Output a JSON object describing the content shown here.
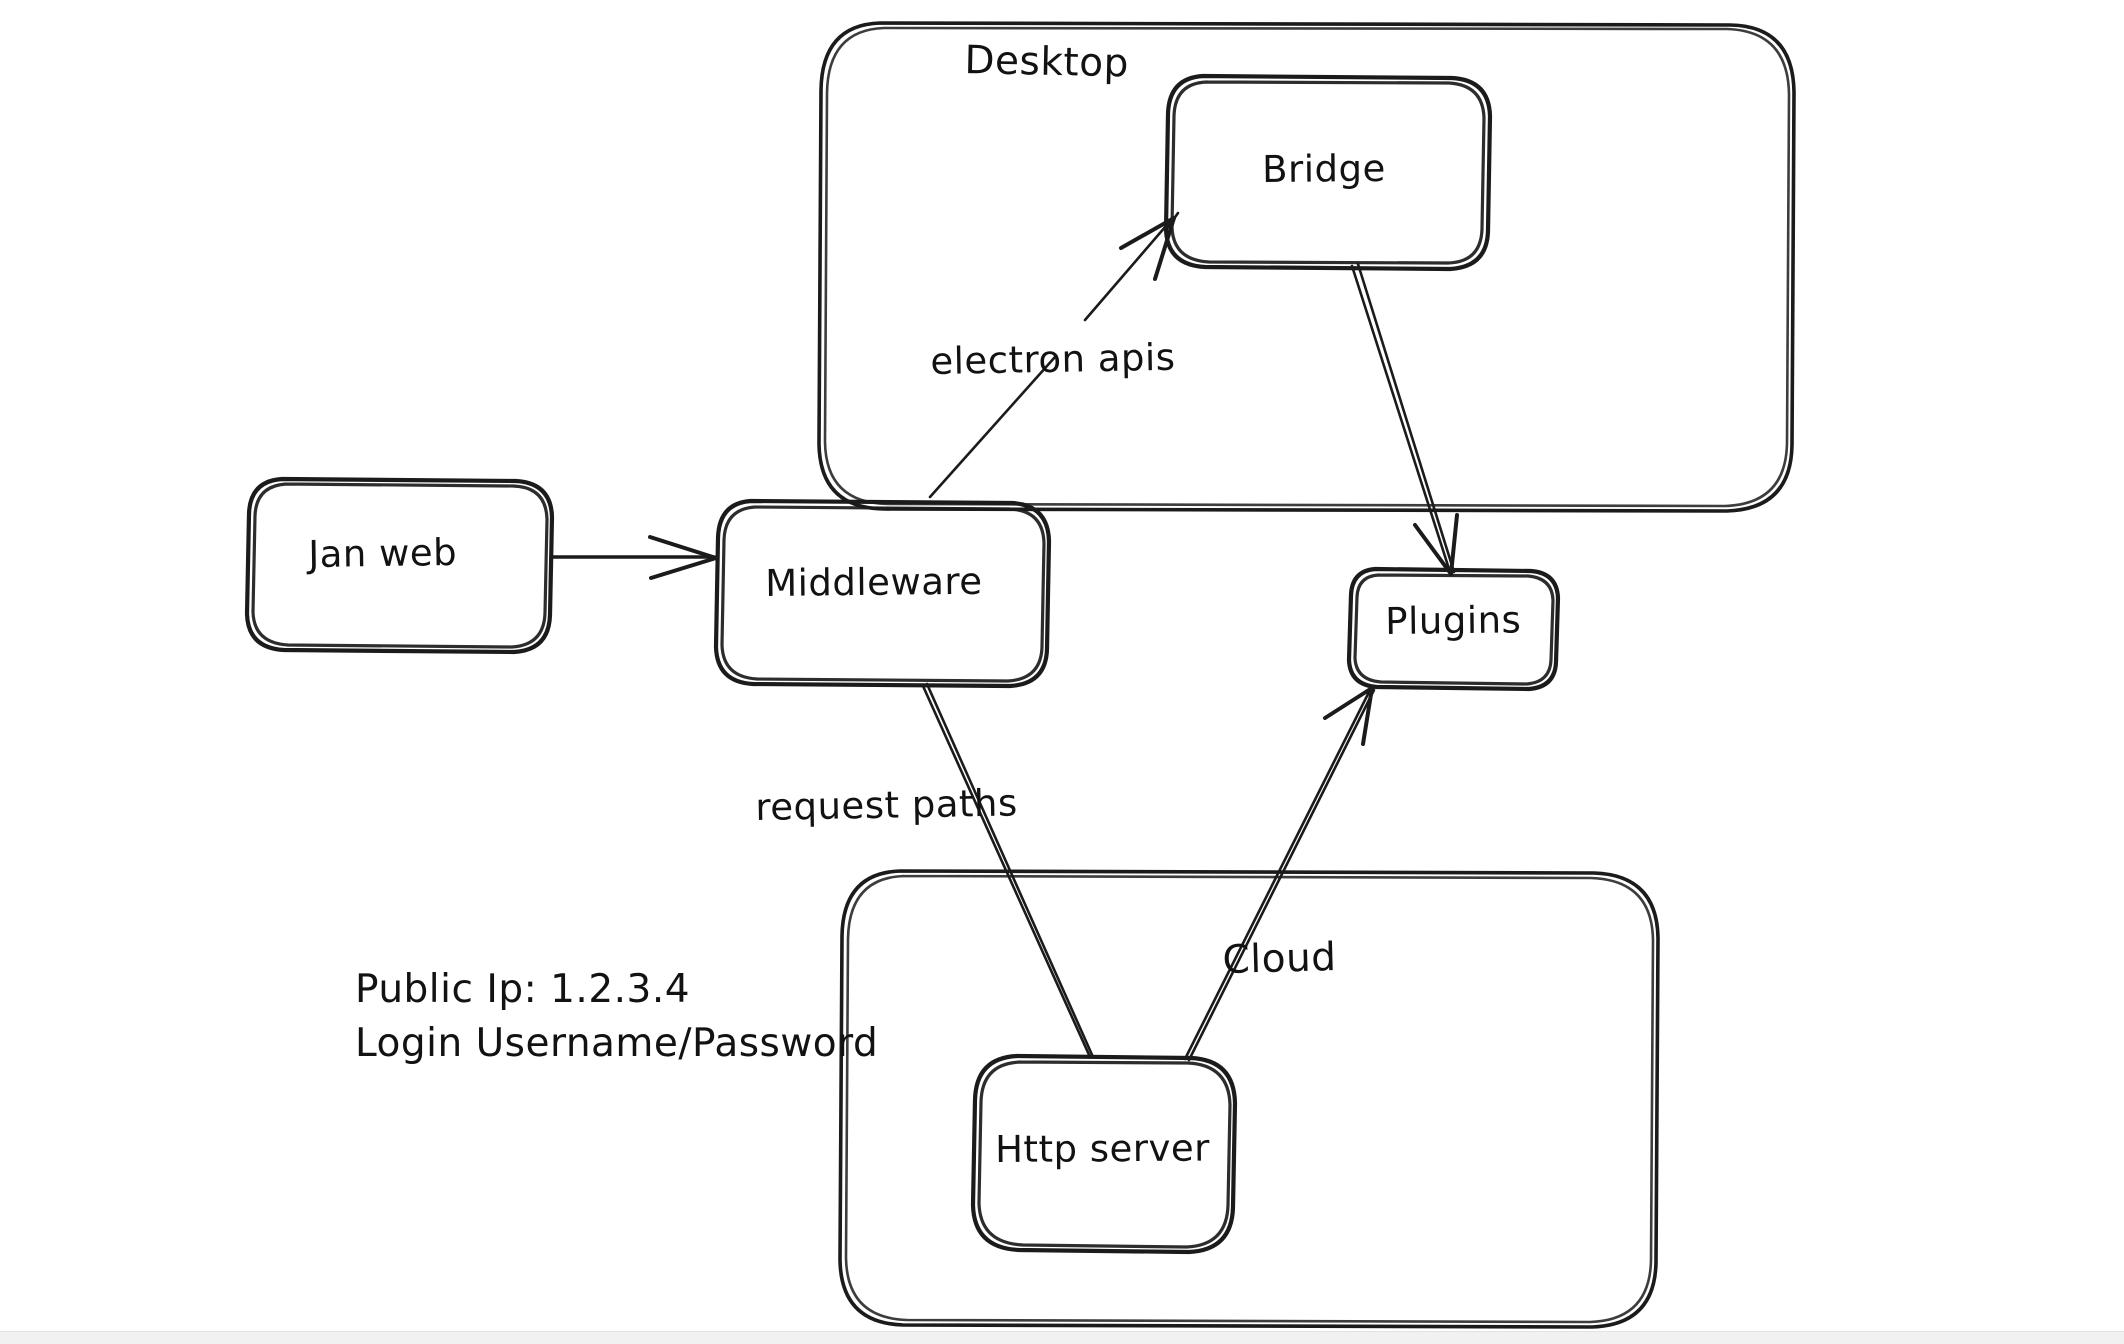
{
  "diagram": {
    "title_visible": false,
    "background_color": "#ffffff",
    "ink_color": "#1b1b1b",
    "groups": [
      {
        "id": "desktop",
        "label": "Desktop"
      },
      {
        "id": "cloud",
        "label": "Cloud"
      }
    ],
    "nodes": [
      {
        "id": "jan-web",
        "label": "Jan web"
      },
      {
        "id": "middleware",
        "label": "Middleware"
      },
      {
        "id": "bridge",
        "label": "Bridge"
      },
      {
        "id": "plugins",
        "label": "Plugins"
      },
      {
        "id": "http-server",
        "label": "Http server"
      }
    ],
    "edges": [
      {
        "id": "jan-to-middleware",
        "from": "jan-web",
        "to": "middleware",
        "label": ""
      },
      {
        "id": "middleware-to-bridge",
        "from": "middleware",
        "to": "bridge",
        "label": "electron apis"
      },
      {
        "id": "bridge-to-plugins",
        "from": "bridge",
        "to": "plugins",
        "label": ""
      },
      {
        "id": "middleware-to-http",
        "from": "middleware",
        "to": "http-server",
        "label": "request paths"
      },
      {
        "id": "http-to-plugins",
        "from": "http-server",
        "to": "plugins",
        "label": ""
      }
    ],
    "notes": [
      {
        "id": "public-ip",
        "text": "Public Ip: 1.2.3.4"
      },
      {
        "id": "login-credentials",
        "text": "Login Username/Password"
      }
    ]
  }
}
